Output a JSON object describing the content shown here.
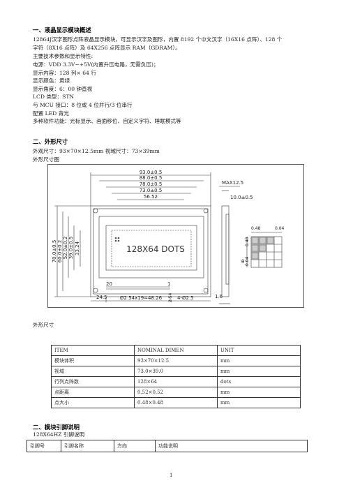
{
  "section1": {
    "heading": "一、液晶显示模块概述",
    "intro_line1": "12864J汉字图形点阵液晶显示模块，可显示汉字及图形，内置 8192 个中文汉字（16X16 点阵）、128 个",
    "intro_line2": "字符（8X16 点阵）及 64X256 点阵显示 RAM（GDRAM）。",
    "features_title": "主要技术参数和显示特性:",
    "features": [
      "电源：VDD 3.3V~+5V(内置升压电路，无需负压)；",
      "显示内容：128 列× 64 行",
      "显示颜色：黄绿",
      "显示角度：6：00 钟直视",
      "LCD 类型：STN",
      "与 MCU 接口：8 位或 4 位并行/3 位串行",
      "配置 LED 背光",
      "多种软件功能：光标显示、画面移位、自定义字符、睡眠模式等"
    ]
  },
  "section2": {
    "heading": "二、外形尺寸",
    "size_line": "外观尺寸：93×70×12.5mm  视域尺寸：73×39mm",
    "drawing_title": "外形尺寸图",
    "drawing": {
      "dims": [
        "93.0±0.5",
        "88.0±0.5",
        "78.0±0.5",
        "73.0±0.5",
        "56.52"
      ],
      "vdims": [
        "70.0±0.5",
        "60.0±0.2",
        "52.0±0.2",
        "39.0±0.5",
        "33.24"
      ],
      "lcd_text": "128X64  DOTS",
      "max_label": "MAX12.5",
      "thick_label": "10.0±0.5",
      "pin_labels": [
        "20",
        "1"
      ],
      "bottom_dims": [
        "24.5",
        "Ø2.54x19=48.26",
        "4-Ø2.5"
      ],
      "misc": [
        "2.54",
        "1.6"
      ],
      "dot_dims": [
        "0.48",
        "0.04",
        "0.48",
        "0.04"
      ],
      "dot_label": "θ"
    },
    "table_caption": "外形尺寸",
    "table_headers": [
      "ITEM",
      "NOMINAL DIMEN",
      "UNIT"
    ],
    "table_rows": [
      [
        "模块体积",
        "93×70×12.5",
        "mm"
      ],
      [
        "视域",
        "73.0×39.0",
        "mm"
      ],
      [
        "行列点阵数",
        "128×64",
        "dots"
      ],
      [
        "点距离",
        "0.52×0.52",
        "mm"
      ],
      [
        "点大小",
        "0.48×0.48",
        "mm"
      ]
    ]
  },
  "section3": {
    "heading": "二、模块引脚说明",
    "subtitle": "128X64HZ  引脚说明",
    "table_headers": [
      "引脚号",
      "引脚名称",
      "方向",
      "功能说明"
    ]
  },
  "page_number": "1"
}
